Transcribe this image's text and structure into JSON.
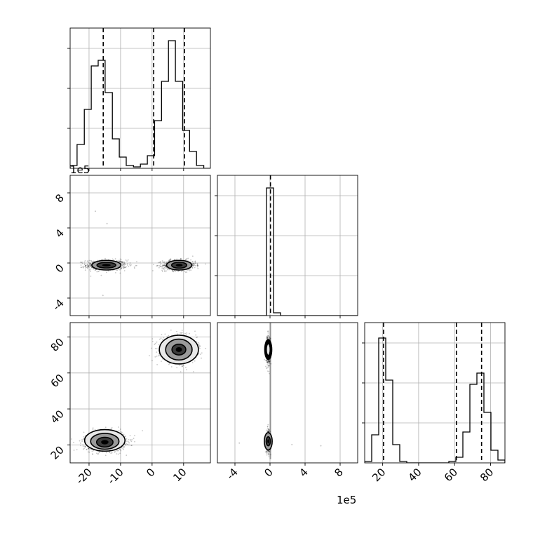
{
  "chart_data": [
    {
      "type": "histogram",
      "panel": "param-0 marginal",
      "x_ticks": [
        "-20",
        "-10",
        "0",
        "10"
      ],
      "xlim": [
        -26,
        18.5
      ],
      "ylim": [
        0,
        1.0
      ],
      "bin_edges": [
        -26,
        -23.8,
        -21.5,
        -19.3,
        -17.1,
        -14.9,
        -12.6,
        -10.4,
        -8.2,
        -5.9,
        -3.7,
        -1.5,
        0.8,
        3.0,
        5.2,
        7.4,
        9.7,
        11.9,
        14.1,
        16.4,
        18.5
      ],
      "heights": [
        0.02,
        0.17,
        0.42,
        0.73,
        0.77,
        0.54,
        0.21,
        0.08,
        0.02,
        0.01,
        0.03,
        0.09,
        0.34,
        0.62,
        0.91,
        0.62,
        0.27,
        0.12,
        0.02,
        0.0
      ],
      "quantiles": [
        -15.5,
        0.5,
        10.3
      ]
    },
    {
      "type": "scatter",
      "panel": "param-0 vs param-1",
      "x_ticks": [
        "-20",
        "-10",
        "0",
        "10"
      ],
      "y_ticks": [
        "-4",
        "0",
        "4",
        "8"
      ],
      "y_offset_label": "1e5",
      "xlim": [
        -26,
        18.5
      ],
      "ylim": [
        -6,
        10
      ],
      "clusters": [
        {
          "x": -14.5,
          "y": -0.25,
          "sx": 3.2,
          "sy": 0.3,
          "n": 700
        },
        {
          "x": 8.6,
          "y": -0.25,
          "sx": 2.6,
          "sy": 0.3,
          "n": 760
        }
      ],
      "outliers": [
        {
          "x": -18,
          "y": 5.9
        },
        {
          "x": -14.3,
          "y": 4.5
        },
        {
          "x": -15.6,
          "y": -3.7
        }
      ],
      "contours": [
        {
          "cx": -14.5,
          "cy": -0.25,
          "rx": 4.6,
          "ry": 0.55
        },
        {
          "cx": -14.5,
          "cy": -0.25,
          "rx": 3.0,
          "ry": 0.32
        },
        {
          "cx": 8.6,
          "cy": -0.25,
          "rx": 4.0,
          "ry": 0.55
        },
        {
          "cx": 8.6,
          "cy": -0.25,
          "rx": 2.4,
          "ry": 0.34
        }
      ]
    },
    {
      "type": "scatter",
      "panel": "param-0 vs param-2",
      "x_ticks": [
        "-20",
        "-10",
        "0",
        "10"
      ],
      "y_ticks": [
        "20",
        "40",
        "60",
        "80"
      ],
      "xlim": [
        -26,
        18.5
      ],
      "ylim": [
        10,
        88
      ],
      "clusters": [
        {
          "x": -15.0,
          "y": 22.0,
          "sx": 3.3,
          "sy": 2.7,
          "n": 900
        },
        {
          "x": 8.5,
          "y": 73.0,
          "sx": 2.8,
          "sy": 3.6,
          "n": 900
        }
      ],
      "contours": [
        {
          "cx": -15.0,
          "cy": 22.5,
          "rx": 6.4,
          "ry": 6.0
        },
        {
          "cx": -15.0,
          "cy": 22.0,
          "rx": 4.5,
          "ry": 4.4
        },
        {
          "cx": -15.0,
          "cy": 21.5,
          "rx": 2.6,
          "ry": 2.7
        },
        {
          "cx": 8.5,
          "cy": 73.0,
          "rx": 6.2,
          "ry": 8.0
        },
        {
          "cx": 8.5,
          "cy": 73.0,
          "rx": 4.2,
          "ry": 5.8
        },
        {
          "cx": 8.5,
          "cy": 73.0,
          "rx": 2.2,
          "ry": 3.0
        }
      ]
    },
    {
      "type": "histogram",
      "panel": "param-1 marginal",
      "x_ticks": [],
      "xlim": [
        -6,
        10
      ],
      "ylim": [
        0,
        1.0
      ],
      "bin_edges": [
        -6,
        -5.2,
        -4.4,
        -3.6,
        -2.8,
        -2.0,
        -1.2,
        -0.4,
        0.4,
        1.2,
        2.0,
        2.8,
        3.6,
        4.4,
        5.2,
        6.0,
        6.8,
        7.6,
        8.4,
        9.2,
        10.0
      ],
      "heights": [
        0,
        0,
        0,
        0,
        0,
        0,
        0,
        0.91,
        0.02,
        0,
        0,
        0,
        0,
        0,
        0,
        0,
        0,
        0,
        0,
        0
      ],
      "quantiles": [
        0.05
      ]
    },
    {
      "type": "scatter",
      "panel": "param-1 vs param-2",
      "x_ticks": [
        "-4",
        "0",
        "4",
        "8"
      ],
      "x_offset_label": "1e5",
      "y_ticks": [],
      "xlim": [
        -6,
        10
      ],
      "ylim": [
        10,
        88
      ],
      "clusters": [
        {
          "x": -0.2,
          "y": 73.0,
          "sx": 0.12,
          "sy": 3.8,
          "n": 500
        },
        {
          "x": -0.2,
          "y": 22.0,
          "sx": 0.12,
          "sy": 3.0,
          "n": 500
        }
      ],
      "streaks": [
        {
          "x": 0.05,
          "y0": 12,
          "y1": 88
        }
      ],
      "outliers": [
        {
          "x": -3.5,
          "y": 21
        },
        {
          "x": 5.8,
          "y": 19.5
        },
        {
          "x": 2.5,
          "y": 20.2
        }
      ],
      "contours": [
        {
          "cx": -0.2,
          "cy": 73.0,
          "rx": 0.4,
          "ry": 5.5
        },
        {
          "cx": -0.2,
          "cy": 73.0,
          "rx": 0.22,
          "ry": 3.2
        },
        {
          "cx": -0.2,
          "cy": 22.0,
          "rx": 0.45,
          "ry": 4.8
        },
        {
          "cx": -0.2,
          "cy": 22.0,
          "rx": 0.24,
          "ry": 2.5
        }
      ]
    },
    {
      "type": "histogram",
      "panel": "param-2 marginal",
      "x_ticks": [
        "20",
        "40",
        "60",
        "80"
      ],
      "xlim": [
        10,
        88
      ],
      "ylim": [
        0,
        1.0
      ],
      "bin_edges": [
        10,
        13.9,
        17.8,
        21.7,
        25.6,
        29.5,
        33.4,
        37.3,
        41.2,
        45.1,
        49.0,
        52.9,
        56.8,
        60.7,
        64.6,
        68.5,
        72.4,
        76.3,
        80.2,
        84.1,
        88.0
      ],
      "heights": [
        0.01,
        0.2,
        0.89,
        0.59,
        0.13,
        0.01,
        0.0,
        0.0,
        0.0,
        0.0,
        0.0,
        0.0,
        0.01,
        0.04,
        0.22,
        0.56,
        0.64,
        0.36,
        0.09,
        0.02
      ],
      "quantiles": [
        20.5,
        61.0,
        75.0
      ]
    }
  ]
}
